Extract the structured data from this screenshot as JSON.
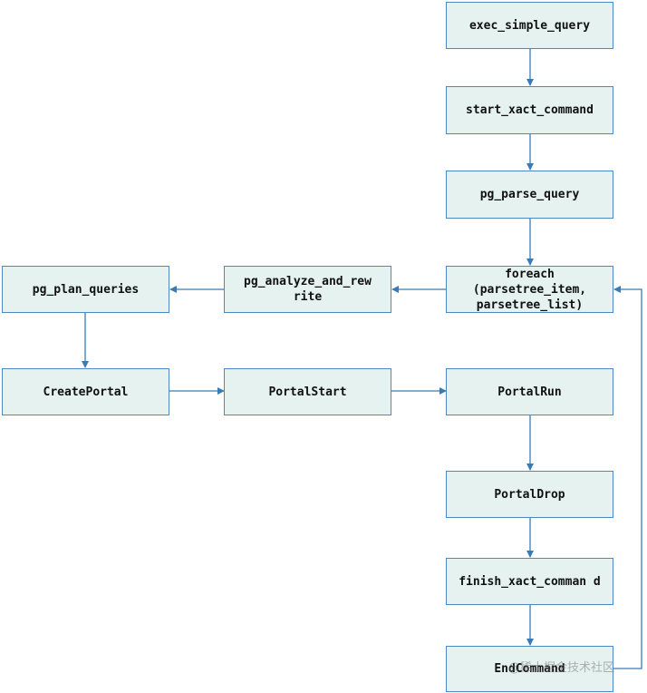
{
  "colors": {
    "node_fill": "#e5f2ef",
    "node_border": "#4a8ac0",
    "arrow": "#3b7bb5"
  },
  "nodes": {
    "exec_simple_query": "exec_simple_query",
    "start_xact_command": "start_xact_command",
    "pg_parse_query": "pg_parse_query",
    "foreach": "foreach (parsetree_item, parsetree_list)",
    "pg_analyze_and_rewrite": "pg_analyze_and_rew rite",
    "pg_plan_queries": "pg_plan_queries",
    "CreatePortal": "CreatePortal",
    "PortalStart": "PortalStart",
    "PortalRun": "PortalRun",
    "PortalDrop": "PortalDrop",
    "finish_xact_command": "finish_xact_comman d",
    "EndCommand": "EndCommand"
  },
  "watermark": "@稀土掘金技术社区"
}
